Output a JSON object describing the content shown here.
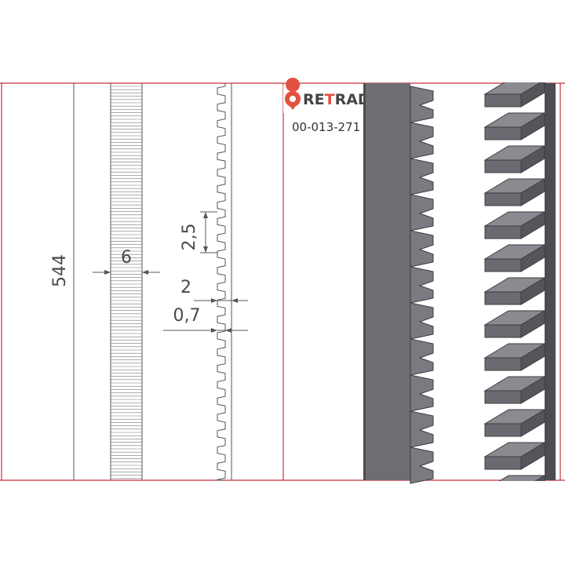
{
  "dimensions": {
    "length": "544",
    "width": "6",
    "pitch": "2,5",
    "tooth_height": "2",
    "tooth_top": "0,7"
  },
  "logo": {
    "text_prefix": "RE",
    "text_accent": "T",
    "text_suffix": "RADE",
    "brand_color": "#e2513f"
  },
  "part_number": "00-013-271",
  "colors": {
    "frame": "#c8323c",
    "line": "#555555",
    "rack_face_light": "#808084",
    "rack_face_mid": "#66666a",
    "rack_face_dark": "#4a4a50"
  }
}
